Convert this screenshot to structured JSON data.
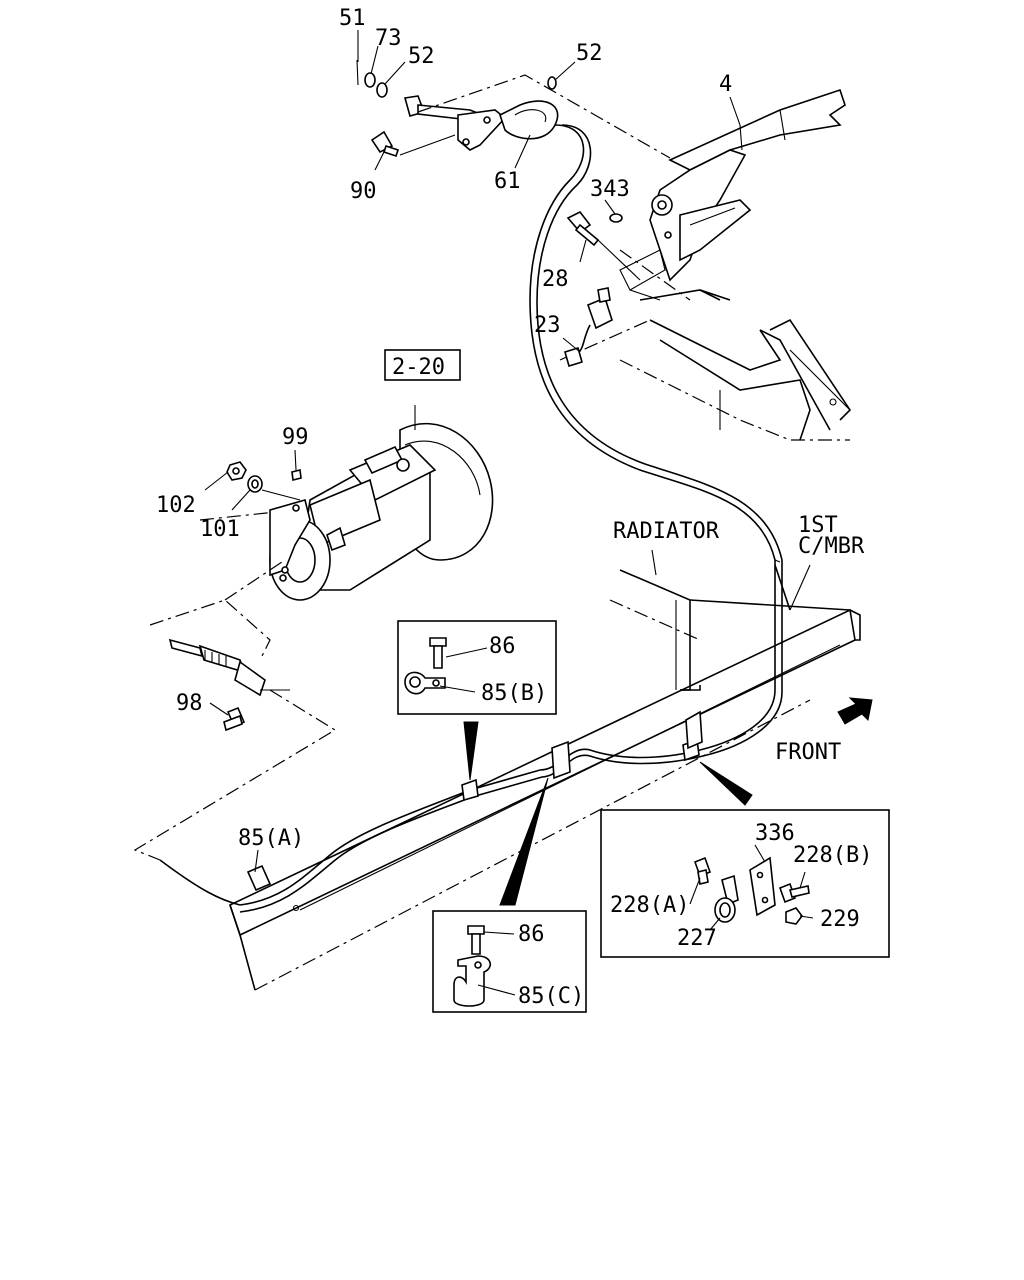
{
  "reference_box": "2-20",
  "labels": {
    "p51": "51",
    "p73": "73",
    "p52a": "52",
    "p52b": "52",
    "p4": "4",
    "p90": "90",
    "p61": "61",
    "p343": "343",
    "p28": "28",
    "p23": "23",
    "p99": "99",
    "p102": "102",
    "p101": "101",
    "p98": "98",
    "p85a": "85(A)",
    "radiator": "RADIATOR",
    "mbr1": "1ST",
    "mbr2": "C/MBR",
    "front": "FRONT",
    "inset_b_86": "86",
    "inset_b_85": "85(B)",
    "inset_c_86": "86",
    "inset_c_85": "85(C)",
    "inset_d_336": "336",
    "inset_d_228b": "228(B)",
    "inset_d_228a": "228(A)",
    "inset_d_229": "229",
    "inset_d_227": "227"
  },
  "colors": {
    "line": "#000000",
    "background": "#ffffff"
  }
}
